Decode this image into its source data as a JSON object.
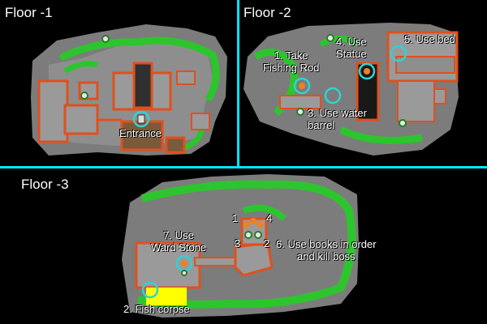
{
  "floors": [
    {
      "title": "Floor -1",
      "labels": [
        {
          "id": "entrance",
          "text": "Entrance"
        }
      ]
    },
    {
      "title": "Floor -2",
      "labels": [
        {
          "id": "take-fishing-rod",
          "text": "1. Take\nFishing Rod"
        },
        {
          "id": "use-statue",
          "text": "4. Use\nStatue"
        },
        {
          "id": "use-bed",
          "text": "5. Use bed"
        },
        {
          "id": "use-water-barrel",
          "text": "3. Use water\nbarrel"
        }
      ]
    },
    {
      "title": "Floor -3",
      "labels": [
        {
          "id": "use-ward-stone",
          "text": "7. Use\nWard Stone"
        },
        {
          "id": "fish-corpse",
          "text": "2. Fish corpse"
        },
        {
          "id": "use-books",
          "text": "6. Use books in order\nand kill boss"
        },
        {
          "id": "book-1",
          "text": "1"
        },
        {
          "id": "book-2",
          "text": "2"
        },
        {
          "id": "book-3",
          "text": "3"
        },
        {
          "id": "book-4",
          "text": "4"
        }
      ]
    }
  ],
  "colors": {
    "background": "#000000",
    "divider": "#00e5ff",
    "rock": "#7c7c7c",
    "floor": "#9a9a9a",
    "wall": "#e0501e",
    "vegetation": "#2dc52d",
    "marker_ring": "#2fd3d3",
    "highlight": "#ffff00"
  },
  "icons": [
    "map-marker-icon",
    "stairs-icon",
    "green-map-dot-icon"
  ]
}
